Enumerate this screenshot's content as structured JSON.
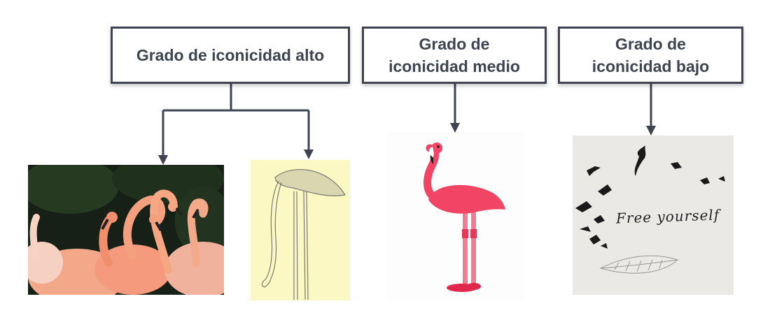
{
  "boxes": {
    "alto": "Grado de iconicidad alto",
    "medio_line1": "Grado de",
    "medio_line2": "iconicidad medio",
    "bajo_line1": "Grado de",
    "bajo_line2": "iconicidad bajo"
  },
  "images": {
    "drawing_text": "Free yourself"
  },
  "colors": {
    "line": "#3e4550",
    "flamingo_pink": "#f24464",
    "sketch_bg": "#fbf8c4"
  }
}
